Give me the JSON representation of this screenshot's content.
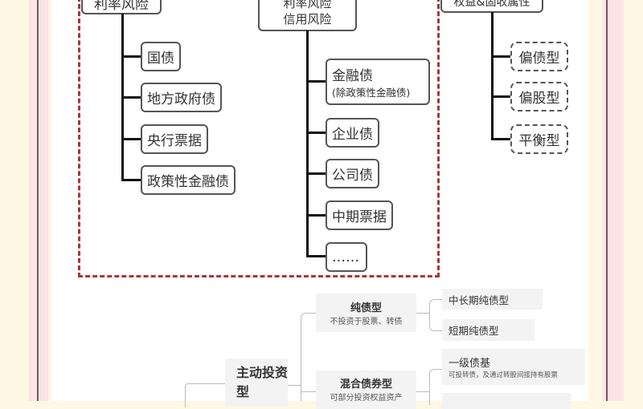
{
  "top_groups": {
    "left": {
      "title": "利率风险",
      "items": [
        "国债",
        "地方政府债",
        "央行票据",
        "政策性金融债"
      ]
    },
    "middle": {
      "title_line1": "利率风险",
      "title_line2": "信用风险",
      "items": [
        {
          "label": "金融债",
          "note": "(除政策性金融债)"
        },
        {
          "label": "企业债"
        },
        {
          "label": "公司债"
        },
        {
          "label": "中期票据"
        },
        {
          "label": "……"
        }
      ]
    },
    "right": {
      "title": "权益&固收属性",
      "items": [
        "偏债型",
        "偏股型",
        "平衡型"
      ]
    }
  },
  "bottom": {
    "root": "主动投资型",
    "branches": [
      {
        "title": "纯债型",
        "note": "不投资于股票、转债",
        "children": [
          {
            "label": "中长期纯债型"
          },
          {
            "label": "短期纯债型"
          }
        ]
      },
      {
        "title": "混合债券型",
        "note": "可部分投资权益资产",
        "children": [
          {
            "label": "一级债基",
            "note": "可投转债，及通过转股间接持有股票"
          }
        ]
      }
    ]
  },
  "colors": {
    "background": "#fdf7e3",
    "strip": "#fbe3e6",
    "dashed_border": "#a33a3a"
  }
}
